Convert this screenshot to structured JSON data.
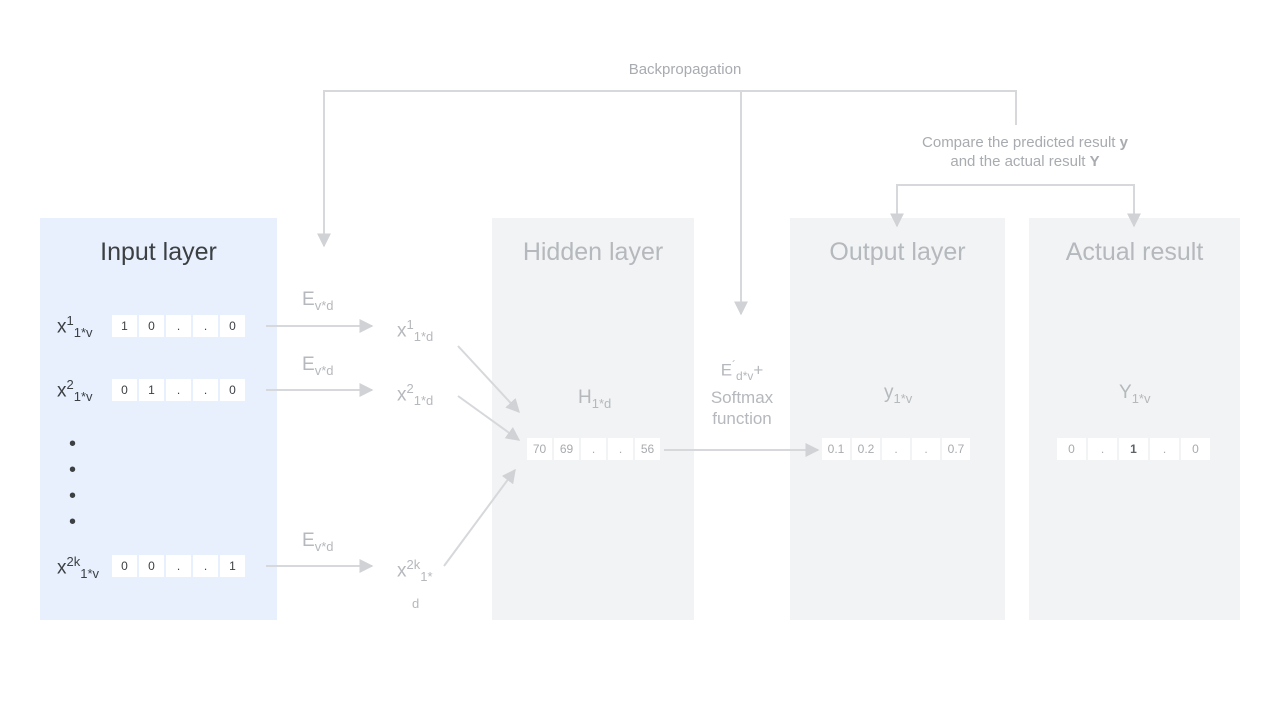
{
  "backprop_label": "Backpropagation",
  "compare": {
    "line1_prefix": "Compare the predicted result ",
    "line1_bold": "y",
    "line2_prefix": "and the actual result ",
    "line2_bold": "Y"
  },
  "panels": {
    "input": "Input layer",
    "hidden": "Hidden layer",
    "output": "Output layer",
    "actual": "Actual result"
  },
  "inputs": [
    {
      "base": "x",
      "sup": "1",
      "sub": "1*v",
      "cells": [
        "1",
        "0",
        ".",
        ".",
        "0"
      ]
    },
    {
      "base": "x",
      "sup": "2",
      "sub": "1*v",
      "cells": [
        "0",
        "1",
        ".",
        ".",
        "0"
      ]
    },
    {
      "base": "x",
      "sup": "2k",
      "sub": "1*v",
      "cells": [
        "0",
        "0",
        ".",
        ".",
        "1"
      ]
    }
  ],
  "dots": "•",
  "embedding": {
    "base": "E",
    "sub": "v*d"
  },
  "embedded": [
    {
      "base": "x",
      "sup": "1",
      "sub": "1*d"
    },
    {
      "base": "x",
      "sup": "2",
      "sub": "1*d"
    },
    {
      "base": "x",
      "sup": "2k",
      "sub": "1*",
      "sub_line2": "d"
    }
  ],
  "hidden": {
    "base": "H",
    "sub": "1*d",
    "cells": [
      "70",
      "69",
      ".",
      ".",
      "56"
    ]
  },
  "transform": {
    "base": "E",
    "sup": "´",
    "sub": "d*v",
    "plus": "+",
    "line2": "Softmax",
    "line3": "function"
  },
  "output": {
    "base": "y",
    "sub": "1*v",
    "cells": [
      "0.1",
      "0.2",
      ".",
      ".",
      "0.7"
    ]
  },
  "actual": {
    "base": "Y",
    "sub": "1*v",
    "cells": [
      "0",
      ".",
      "1",
      ".",
      "0"
    ]
  }
}
